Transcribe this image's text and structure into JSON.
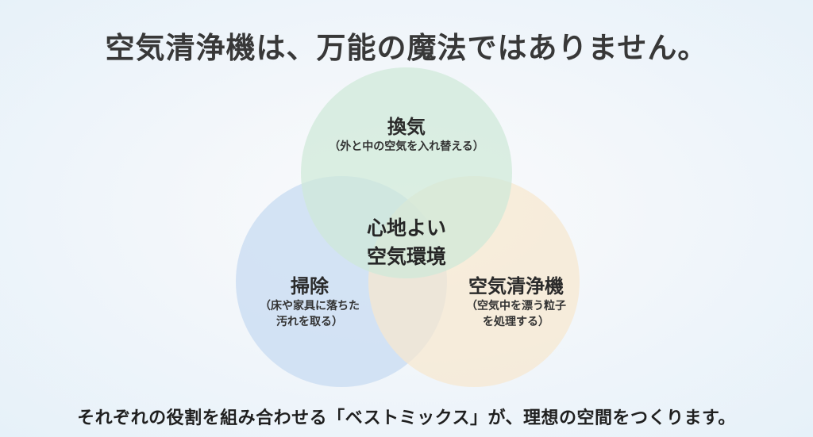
{
  "title": "空気清浄機は、万能の魔法ではありません。",
  "venn": {
    "top": {
      "heading": "換気",
      "description": "（外と中の空気を入れ替える）",
      "color": "#cfe9d8"
    },
    "left": {
      "heading": "掃除",
      "description_line1": "（床や家具に落ちた",
      "description_line2": "汚れを取る）",
      "color": "#c9dcf2"
    },
    "right": {
      "heading": "空気清浄機",
      "description_line1": "（空気中を漂う粒子",
      "description_line2": "を処理する）",
      "color": "#f7e7cf"
    },
    "center": {
      "line1": "心地よい",
      "line2": "空気環境"
    }
  },
  "footer": "それぞれの役割を組み合わせる「ベストミックス」が、理想の空間をつくります。"
}
